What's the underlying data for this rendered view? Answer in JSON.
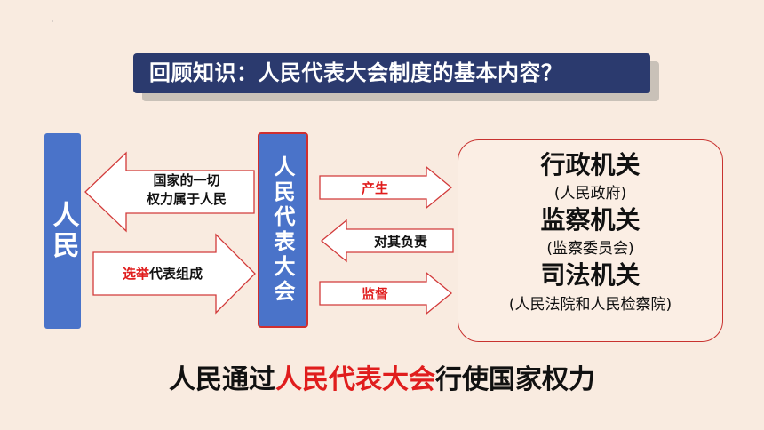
{
  "title": "回顾知识：人民代表大会制度的基本内容？",
  "people_box": "人民",
  "npc_box": "人民代表大会",
  "arrows": {
    "power_belongs": {
      "line1": "国家的一切",
      "line2": "权力属于人民"
    },
    "elect": {
      "highlight": "选举",
      "rest": "代表组成"
    },
    "produce": "产生",
    "responsible": "对其负责",
    "supervise": "监督"
  },
  "organs": [
    {
      "name": "行政机关",
      "sub": "(人民政府)"
    },
    {
      "name": "监察机关",
      "sub": "(监察委员会)"
    },
    {
      "name": "司法机关",
      "sub": "(人民法院和人民检察院)"
    }
  ],
  "bottom": {
    "prefix": "人民通过",
    "highlight": "人民代表大会",
    "suffix": "行使国家权力"
  },
  "colors": {
    "navy": "#2b3a6e",
    "blue": "#4a73c9",
    "red": "#e01d1d",
    "background": "#f9ebe0"
  }
}
